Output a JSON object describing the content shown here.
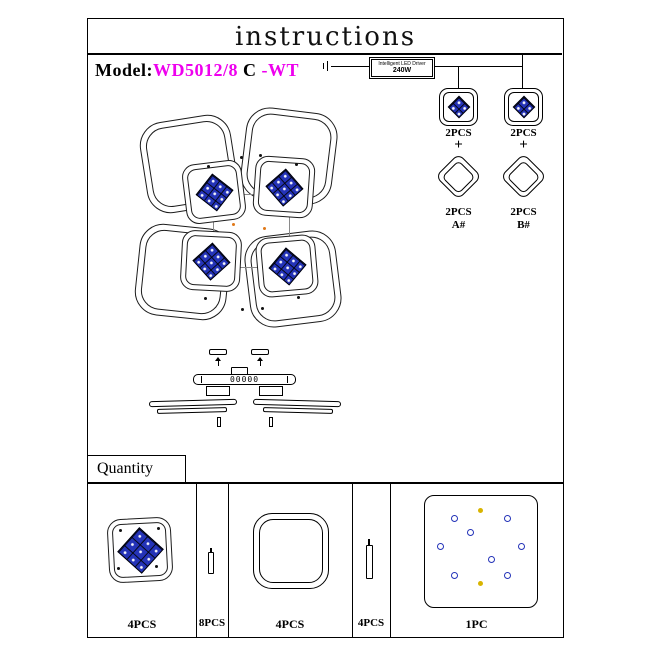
{
  "document": {
    "title": "instructions",
    "model": {
      "label": "Model:",
      "code_magenta": "WD5012/8",
      "code_black": " C ",
      "suffix_magenta": "-WT"
    }
  },
  "driver": {
    "name": "Intelligent LED Driver",
    "power": "240W"
  },
  "kit_columns": [
    {
      "lamp_qty": "2PCS",
      "plus": "+",
      "ring_qty": "2PCS",
      "ring_code": "A#"
    },
    {
      "lamp_qty": "2PCS",
      "plus": "+",
      "ring_qty": "2PCS",
      "ring_code": "B#"
    }
  ],
  "side_view": {
    "plate_marking": "00000"
  },
  "quantity_table": {
    "header": "Quantity",
    "cells": [
      {
        "part": "square-module-with-crystal",
        "label": "4PCS"
      },
      {
        "part": "short-pin",
        "label": "8PCS"
      },
      {
        "part": "square-ring",
        "label": "4PCS"
      },
      {
        "part": "long-pin",
        "label": "4PCS"
      },
      {
        "part": "ceiling-mount-plate",
        "label": "1PC"
      }
    ]
  },
  "icons": {
    "crystal-icon": "blue diamond tile grid, css gradients",
    "ring-icon": "rounded-square double outline",
    "diamond-ring-icon": "rotated rounded-square double outline",
    "pin-icon": "small bordered rectangle",
    "driver-box-icon": "double-outline rectangle",
    "plug-icon": "short vertical ticks on wire",
    "screw-dot-icon": "small black circle",
    "mounting-hole-icon": "small blue circle outline",
    "marker-dot-icon": "small filled yellow/orange dot"
  },
  "colors": {
    "model_accent": "#ee00ee",
    "crystal_blue": "#2433b8",
    "hole_blue": "#2433b8",
    "marker_yellow": "#d8b400",
    "marker_orange": "#e07818",
    "line_black": "#000000"
  }
}
